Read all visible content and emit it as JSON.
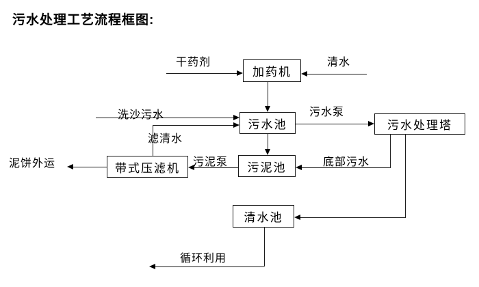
{
  "title": "污水处理工艺流程框图:",
  "nodes": {
    "dosing_machine": "加药机",
    "sewage_pool": "污水池",
    "treatment_tower": "污水处理塔",
    "sludge_pool": "污泥池",
    "belt_filter_press": "带式压滤机",
    "clean_water_pool": "清水池"
  },
  "flow_labels": {
    "dry_agent": "干药剂",
    "clean_water": "清水",
    "sand_washing_sewage": "洗沙污水",
    "filtered_water": "滤清水",
    "sewage_pump": "污水泵",
    "bottom_sewage": "底部污水",
    "sludge_pump": "污泥泵",
    "mud_cake_out": "泥饼外运",
    "recycle_use": "循环利用"
  },
  "colors": {
    "line": "#1a1a1a",
    "box_border": "#1a1a1a",
    "text": "#000000",
    "background": "#ffffff"
  }
}
